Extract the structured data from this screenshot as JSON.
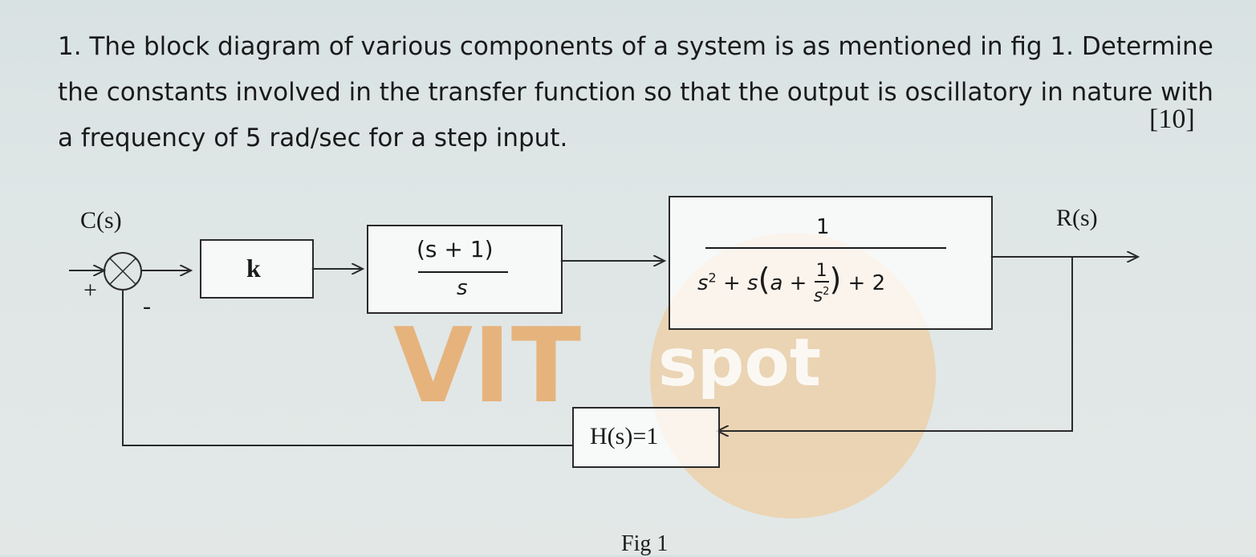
{
  "question": {
    "line1": "1. The block diagram of various components of a system is as mentioned in fig 1. Determine",
    "line2": "the constants involved in the transfer function so that the output is oscillatory in nature with",
    "line3": "a frequency of 5 rad/sec for a step input.",
    "marks": "[10]"
  },
  "diagram": {
    "input_label": "C(s)",
    "output_label": "R(s)",
    "plus_sign": "+",
    "minus_sign": "-",
    "block_k": "k",
    "block2": {
      "numerator": "(s + 1)",
      "denominator": "s"
    },
    "block3": {
      "numerator": "1",
      "den_part1": "s",
      "den_sup": "2",
      "den_part2": " + s",
      "den_paren_open": "(",
      "den_a": "a + ",
      "frac_num": "1",
      "frac_den": "s",
      "frac_den_sup": "2",
      "den_paren_close": ")",
      "den_part3": " + 2"
    },
    "feedback_block": "H(s)=1",
    "caption": "Fig 1"
  },
  "watermark": {
    "text_vit": "VIT",
    "text_spot": "spot",
    "circle_color": "#f2c48a",
    "text_color": "#e8a25a"
  }
}
